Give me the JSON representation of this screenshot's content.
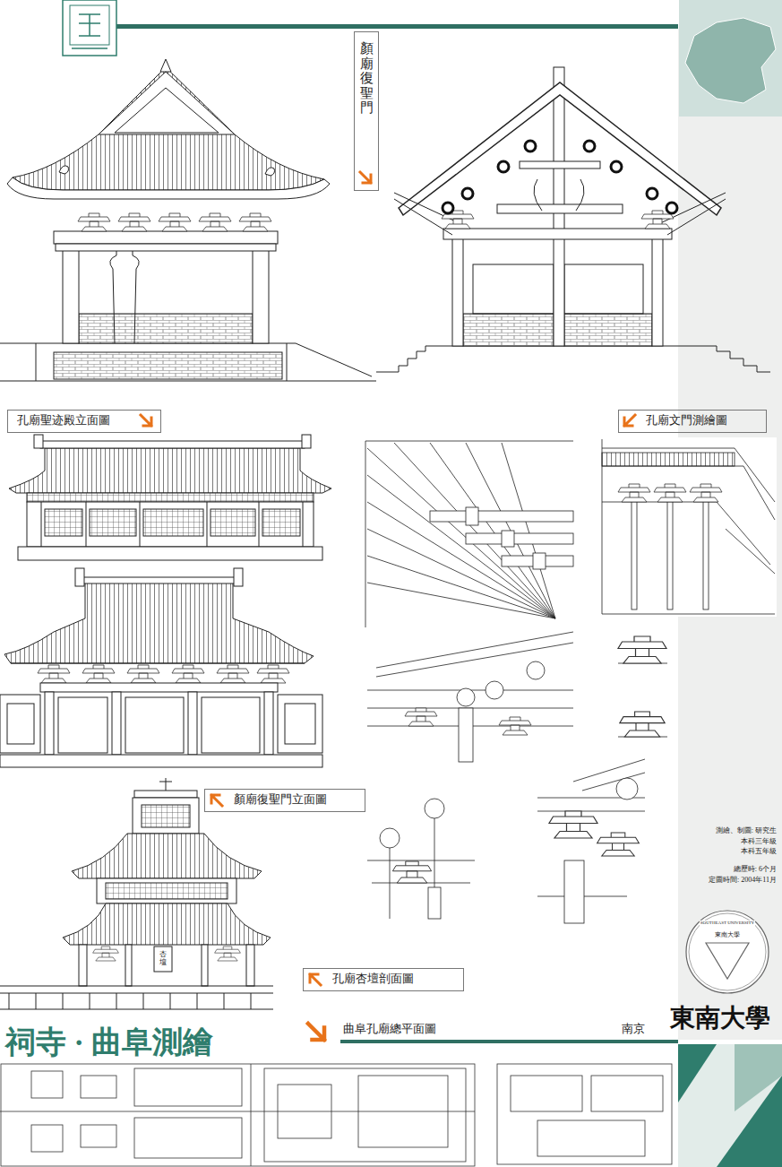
{
  "diagram": {
    "title": "祠寺 · 曲阜測繪",
    "nodes": [
      {
        "text": [
          "顏廟復聖門"
        ]
      },
      {
        "text": [
          "孔廟聖迹殿立面圖"
        ]
      },
      {
        "text": [
          "孔廟文門測繪圖"
        ]
      },
      {
        "text": [
          "顏廟復聖門立面圖"
        ]
      },
      {
        "text": [
          "孔廟杏壇剖面圖"
        ]
      }
    ],
    "labels": [
      "曲阜孔廟總平面圖",
      "南京",
      "東南大學",
      "測繪、制圖: 研究生",
      "本科三年級",
      "本科五年級",
      "總歷時: 6个月",
      "定圖時間: 2004年11月",
      "杏壇",
      "SOUTHEAST UNIVERSITY",
      "東南大學"
    ]
  }
}
